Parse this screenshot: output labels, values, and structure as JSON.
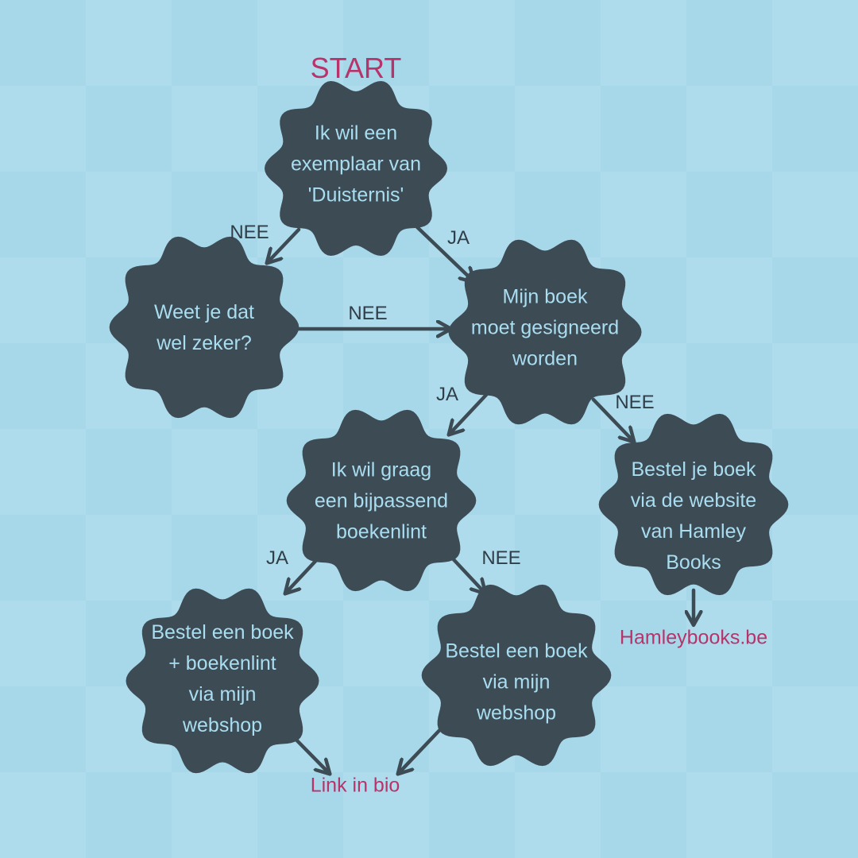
{
  "start_label": "START",
  "nodes": {
    "q1": "Ik wil een\nexemplaar van\n'Duisternis'",
    "q2": "Weet je dat\nwel zeker?",
    "q3": "Mijn boek\nmoet gesigneerd\nworden",
    "q4": "Ik wil graag\neen bijpassend\nboekenlint",
    "r1": "Bestel je boek\nvia de website\nvan Hamley\nBooks",
    "r2": "Bestel een boek\n+ boekenlint\nvia mijn\nwebshop",
    "r3": "Bestel een boek\nvia mijn\nwebshop"
  },
  "edges": {
    "q1_q2": "NEE",
    "q1_q3": "JA",
    "q2_q3": "NEE",
    "q3_q4": "JA",
    "q3_r1": "NEE",
    "q4_r2": "JA",
    "q4_r3": "NEE"
  },
  "links": {
    "hamley": "Hamleybooks.be",
    "bio": "Link in bio"
  },
  "colors": {
    "node_fill": "#3d4b55",
    "node_text": "#a9ddf0",
    "accent": "#b8336a",
    "arrow": "#3d4b55"
  }
}
